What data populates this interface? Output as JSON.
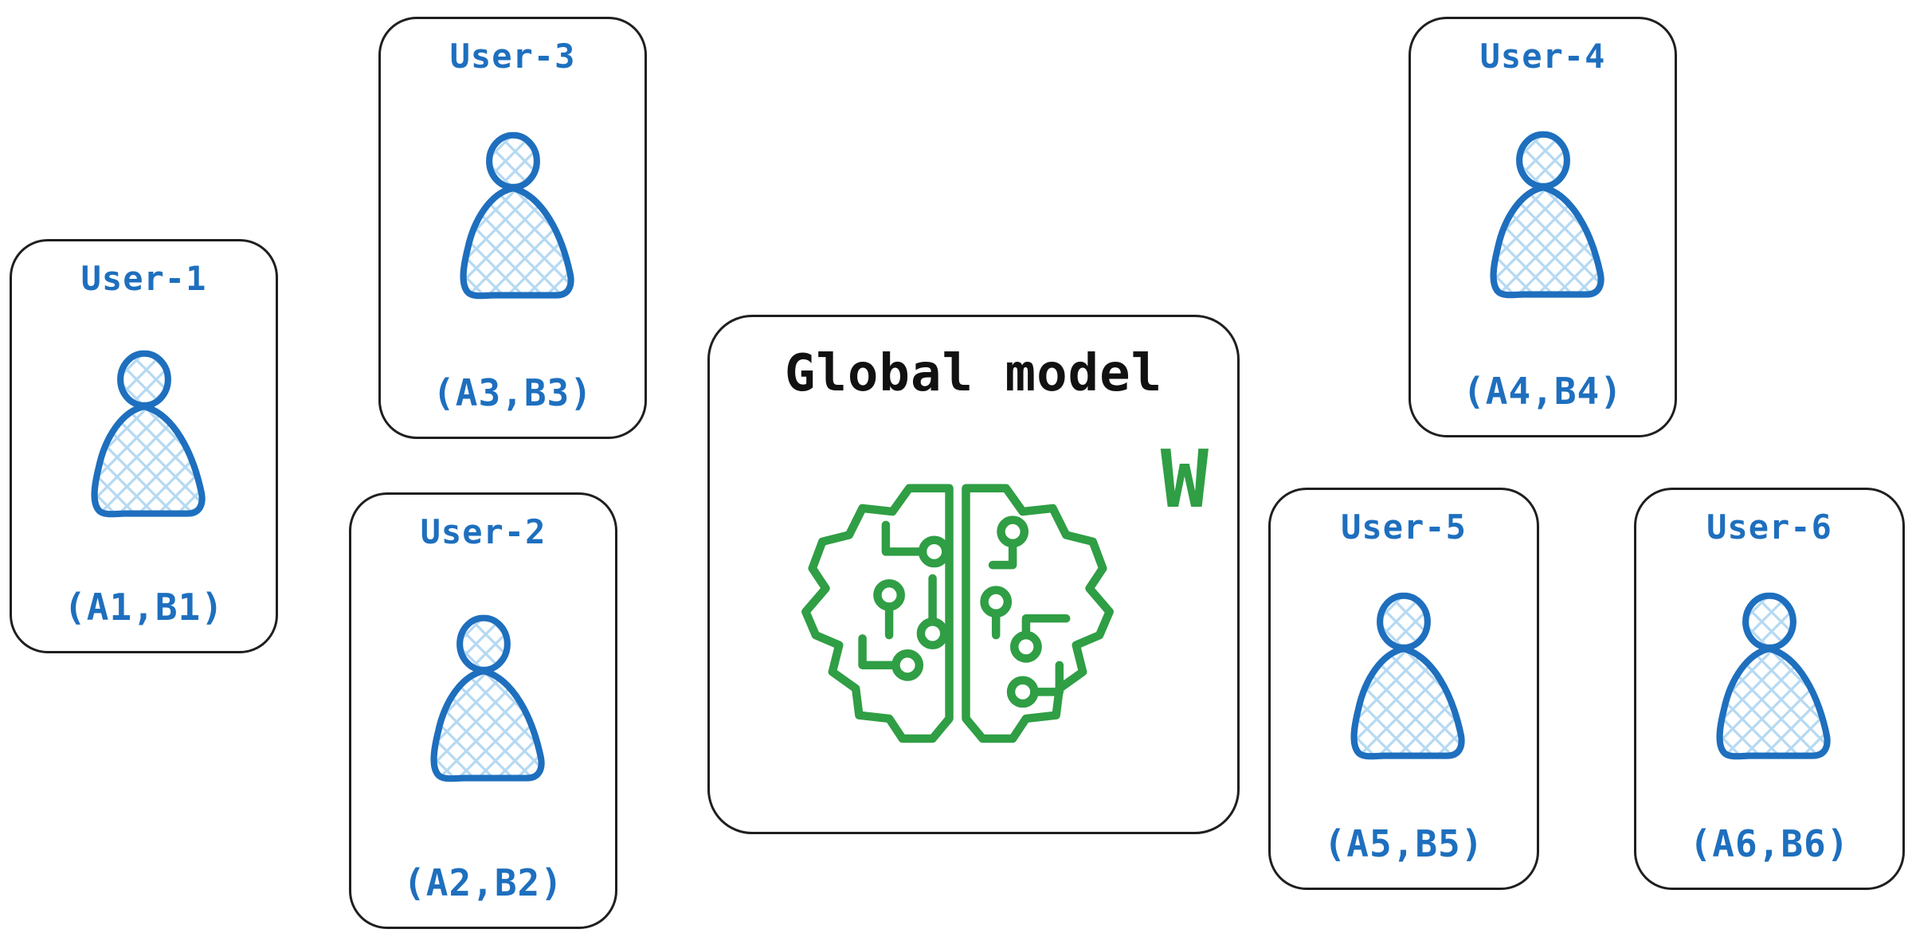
{
  "global_model": {
    "title": "Global model",
    "weight_symbol": "W"
  },
  "users": [
    {
      "name": "User-1",
      "data_pair": "(A1,B1)"
    },
    {
      "name": "User-2",
      "data_pair": "(A2,B2)"
    },
    {
      "name": "User-3",
      "data_pair": "(A3,B3)"
    },
    {
      "name": "User-4",
      "data_pair": "(A4,B4)"
    },
    {
      "name": "User-5",
      "data_pair": "(A5,B5)"
    },
    {
      "name": "User-6",
      "data_pair": "(A6,B6)"
    }
  ],
  "colors": {
    "user_accent": "#1e6fbe",
    "user_hatch": "#b5d9f2",
    "global_accent": "#2f9e44",
    "card_border": "#1f1f1f",
    "title_text": "#111111",
    "background": "#ffffff"
  }
}
